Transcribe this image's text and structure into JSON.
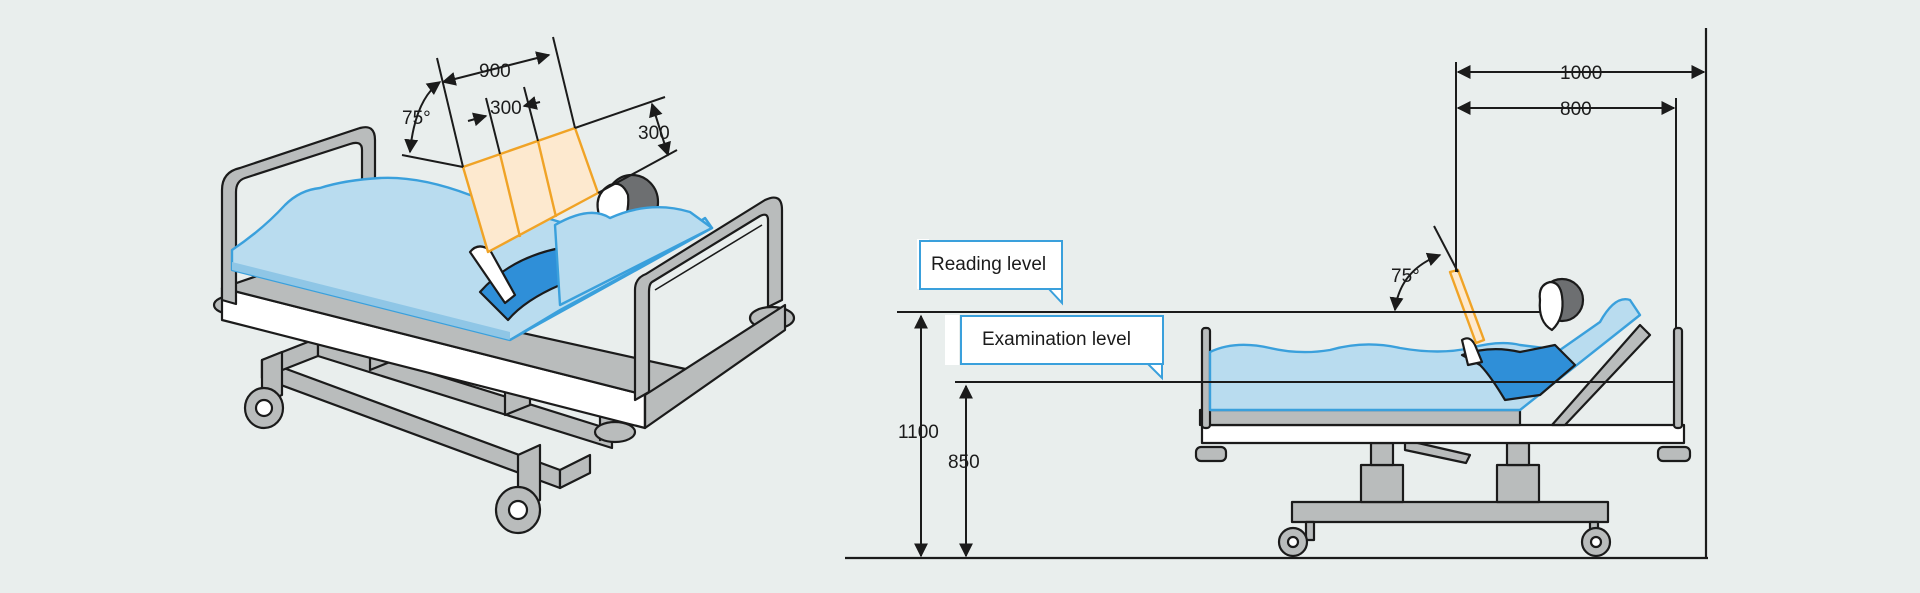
{
  "colors": {
    "background": "#e9eeed",
    "outline": "#1b1b1b",
    "frame_gray": "#b9bcbc",
    "mattress_blue": "#b9dcef",
    "mattress_edge": "#3aa0dc",
    "gown_blue": "#2f8fd8",
    "board_fill": "#fde9cf",
    "board_edge": "#f0a326",
    "hair": "#6d6f71"
  },
  "left_view": {
    "label_width": "900",
    "label_panel_1": "300",
    "label_panel_2": "300",
    "label_angle": "75°"
  },
  "right_view": {
    "label_outer": "1000",
    "label_inner": "800",
    "label_angle": "75°",
    "label_height_reading": "1100",
    "label_height_exam": "850",
    "reading_level": "Reading level",
    "examination_level": "Examination level"
  }
}
